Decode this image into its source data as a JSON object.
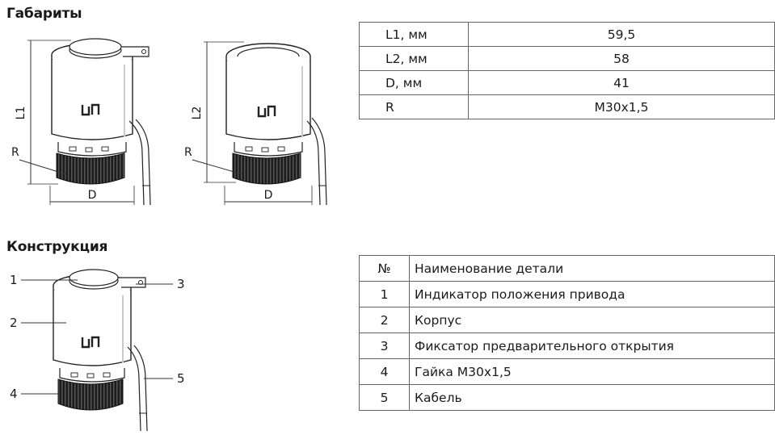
{
  "sections": {
    "dimensions_title": "Габариты",
    "construction_title": "Конструкция"
  },
  "drawing_labels": {
    "l1": "L1",
    "l2": "L2",
    "r": "R",
    "d": "D",
    "callouts": [
      "1",
      "2",
      "3",
      "4",
      "5"
    ]
  },
  "dimensions_table": {
    "rows": [
      {
        "label": "L1, мм",
        "value": "59,5"
      },
      {
        "label": "L2, мм",
        "value": "58"
      },
      {
        "label": "D, мм",
        "value": "41"
      },
      {
        "label": "R",
        "value": "M30x1,5"
      }
    ]
  },
  "parts_table": {
    "header": {
      "num": "№",
      "name": "Наименование детали"
    },
    "rows": [
      {
        "num": "1",
        "name": "Индикатор положения привода"
      },
      {
        "num": "2",
        "name": "Корпус"
      },
      {
        "num": "3",
        "name": "Фиксатор предварительного открытия"
      },
      {
        "num": "4",
        "name": "Гайка M30x1,5"
      },
      {
        "num": "5",
        "name": "Кабель"
      }
    ]
  },
  "colors": {
    "body": "#ffffff",
    "outline": "#222222",
    "nut": "#1c1c1c",
    "table_border": "#666666"
  },
  "icons": [
    "actuator-logo-icon"
  ]
}
